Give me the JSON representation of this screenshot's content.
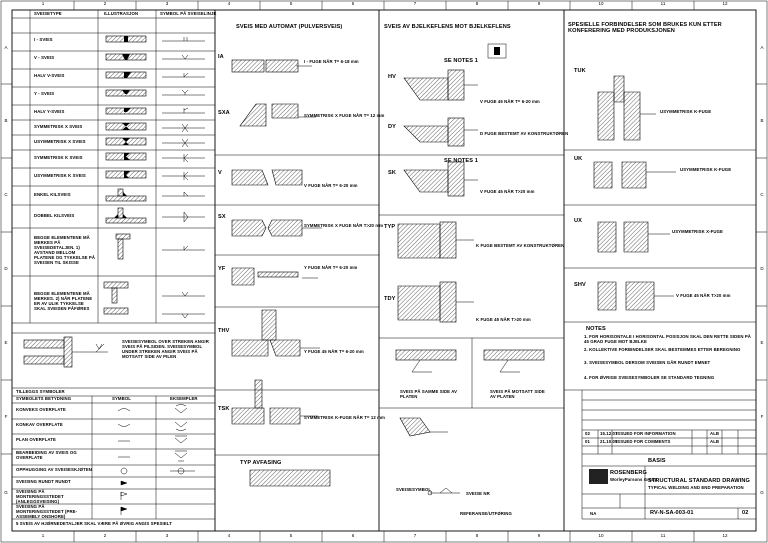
{
  "border_cols": [
    "1",
    "2",
    "3",
    "4",
    "5",
    "6",
    "7",
    "8",
    "9",
    "10",
    "11",
    "12"
  ],
  "border_rows": [
    "A",
    "B",
    "C",
    "D",
    "E",
    "F",
    "G"
  ],
  "table": {
    "headers": [
      "SVEISETYPE",
      "ILLUSTRASJON",
      "SYMBOL PÅ SVEISELINJE"
    ],
    "rows": [
      {
        "name": "I - SVEIS"
      },
      {
        "name": "V - SVEIS"
      },
      {
        "name": "HALV V-SVEIS"
      },
      {
        "name": "Y - SVEIS"
      },
      {
        "name": "HALV Y-SVEIS"
      },
      {
        "name": "SYMMETRISK X SVEIS"
      },
      {
        "name": "USYMMETRISK X SVEIS"
      },
      {
        "name": "SYMMETRISK K SVEIS"
      },
      {
        "name": "USYMMETRISK K SVEIS"
      },
      {
        "name": "ENKEL KILSVEIS"
      },
      {
        "name": "DOBBEL KILSVEIS"
      }
    ],
    "note_rows": [
      "BEGGE ELEMENTENE MÅ MERKES PÅ SVEISEDETALJEN. 1) AVSTAND MELLOM PLATENE OG TYKKELSE PÅ SVEISEN TIL SKISSE",
      "BEGGE ELEMENTENE MÅ MERKES. 2) NÅR PLATENE ER AV ULIK TYKKELSE SKAL SVEISEN PÅFØRES"
    ],
    "arrow_note": "SVEISESYMBOL OVER STREKEN ANGIR SVEIS PÅ PILSIDEN. SVEISESYMBOL UNDER STREKEN ANGIR SVEIS PÅ MOTSATT SIDE AV PILEN"
  },
  "supplementary": {
    "title": "TILLEGGS SYMBOLER",
    "headers": [
      "SYMBOLETS BETYDNING",
      "SYMBOL",
      "EKSEMPLER"
    ],
    "rows": [
      {
        "meaning": "KONVEKS OVERFLATE"
      },
      {
        "meaning": "KONKAV OVERFLATE"
      },
      {
        "meaning": "PLAN OVERFLATE"
      },
      {
        "meaning": "BEARBEIDING AV SVEIS OG OVERFLATE"
      },
      {
        "meaning": "OPPHUGGING AV SVEISESKJØTEN"
      },
      {
        "meaning": "SVEISING RUNDT RUNDT"
      },
      {
        "meaning": "SVEISING PÅ MONTERINGSSTEDET (ANLEGGSVEISING)"
      },
      {
        "meaning": "SVEISING PÅ MONTERINGSSTEDET (PRE-ASSEMBLY ONSHORE)"
      }
    ],
    "footnote": "5 SVEIS AV HJØRNEDETALJER SKAL VÆRE PÅ ØVRIG ANGIS SPESIELT"
  },
  "section_automat": {
    "title": "SVEIS MED AUTOMAT (PULVERSVEIS)",
    "labels": [
      "IA",
      "SXA",
      "V",
      "SX",
      "YF",
      "THV",
      "TSK"
    ],
    "notes": [
      "I - FUGE NÅR T= 6-18 mm",
      "SYMMETRISK X FUGE NÅR T= 12 mm",
      "V FUGE NÅR T= 6-20 mm",
      "SYMMETRISK X FUGE NÅR T>20 mm",
      "Y FUGE NÅR T= 6-20 mm",
      "Y FUGE 45 NÅR T= 6-20 mm",
      "SYMMETRISK K-FUGE NÅR T= 12 mm"
    ]
  },
  "section_bevel": {
    "title": "SVEIS AV BJELKEFLENS MOT BJELKEFLENS",
    "labels": [
      "HV",
      "DY",
      "SK",
      "TYP",
      "TDY"
    ],
    "see_notes": "SE NOTES 1",
    "notes": [
      "V FUGE 45 NÅR T= 6-20 mm",
      "D FUGE BESTEMT AV KONSTRUKTØREN",
      "V FUGE 45 NÅR T>20 mm",
      "K FUGE BESTEMT AV KONSTRUKTØREN",
      "K FUGE 45 NÅR T>20 mm"
    ],
    "captions": [
      "SVEIS PÅ SAMME SIDE AV PLATEN",
      "SVEIS PÅ MOTSATT SIDE AV PLATEN"
    ]
  },
  "section_special": {
    "title": "SPESIELLE FORBINDELSER SOM BRUKES KUN ETTER KONFERERING MED PRODUKSJONEN",
    "labels": [
      "TUK",
      "UK",
      "UX",
      "SHV"
    ],
    "notes": [
      "USYMMETRISK K-FUGE",
      "USYMMETRISK K-FUGE",
      "USYMMETRISK X-FUGE",
      "V FUGE 45 NÅR T>20 mm"
    ]
  },
  "notes": {
    "title": "NOTES",
    "items": [
      "1. FOR HORISONTALE I HORISONTAL POSISJON SKAL DEN RETTE SIDEN PÅ 45 GRAD FUGE MOT BJELKE",
      "2. KOLLEKTIVE FORBINDELSER SKAL BESTEMMES ETTER BEREGNING",
      "3. SVEISESYMBOL DERSOM SVEISEN GÅR RUNDT EMNET",
      "4. FOR ØVRIGE SVEISESYMBOLER SE STANDARD TEGNING"
    ]
  },
  "type_section": {
    "title": "TYP AVFASING"
  },
  "symbol_legend": {
    "labels": [
      "SVEISESYMBOL",
      "SVEISE NR"
    ],
    "caption": "REFERANSE/UTFØRING"
  },
  "title_block": {
    "revisions": [
      {
        "rev": "02",
        "date": "15.12.07",
        "desc": "ISSUED FOR INFORMATION",
        "by": "ALB"
      },
      {
        "rev": "01",
        "date": "21.10.05",
        "desc": "ISSUED FOR COMMENTS",
        "by": "ALB"
      },
      {
        "rev": "",
        "date": "",
        "desc": "",
        "by": ""
      }
    ],
    "basis": "BASIS",
    "company": "ROSENBERG",
    "company_sub": "WorleyParsons Group",
    "drawing_title": "STRUCTURAL STANDARD DRAWING",
    "drawing_subtitle": "TYPICAL WELDING AND END PREPARATION",
    "drawing_no": "RV-N-SA-003-01",
    "sheet": "02",
    "scale_label": "NA"
  }
}
